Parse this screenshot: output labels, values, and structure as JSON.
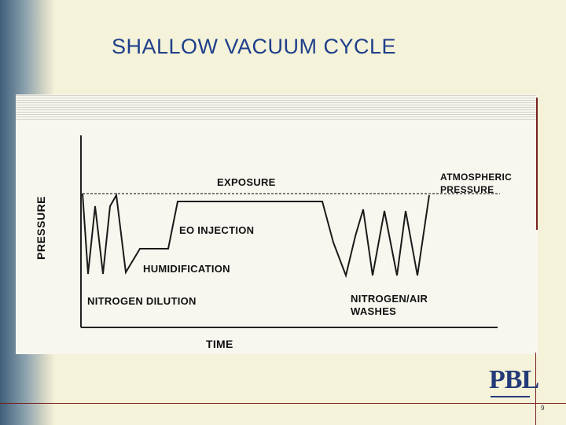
{
  "slide": {
    "title": "SHALLOW VACUUM CYCLE",
    "page_number": "9",
    "logo_text": "PBL"
  },
  "diagram": {
    "y_axis_label": "PRESSURE",
    "x_axis_label": "TIME",
    "labels": {
      "exposure": "EXPOSURE",
      "atmospheric_line1": "ATMOSPHERIC",
      "atmospheric_line2": "PRESSURE",
      "eo_injection": "EO INJECTION",
      "humidification": "HUMIDIFICATION",
      "nitrogen_dilution": "NITROGEN DILUTION",
      "washes_line1": "NITROGEN/AIR",
      "washes_line2": "WASHES"
    }
  },
  "colors": {
    "title": "#1f3f8a",
    "logo": "#243a78",
    "rule": "#7a2020",
    "background": "#f4f2d9"
  }
}
